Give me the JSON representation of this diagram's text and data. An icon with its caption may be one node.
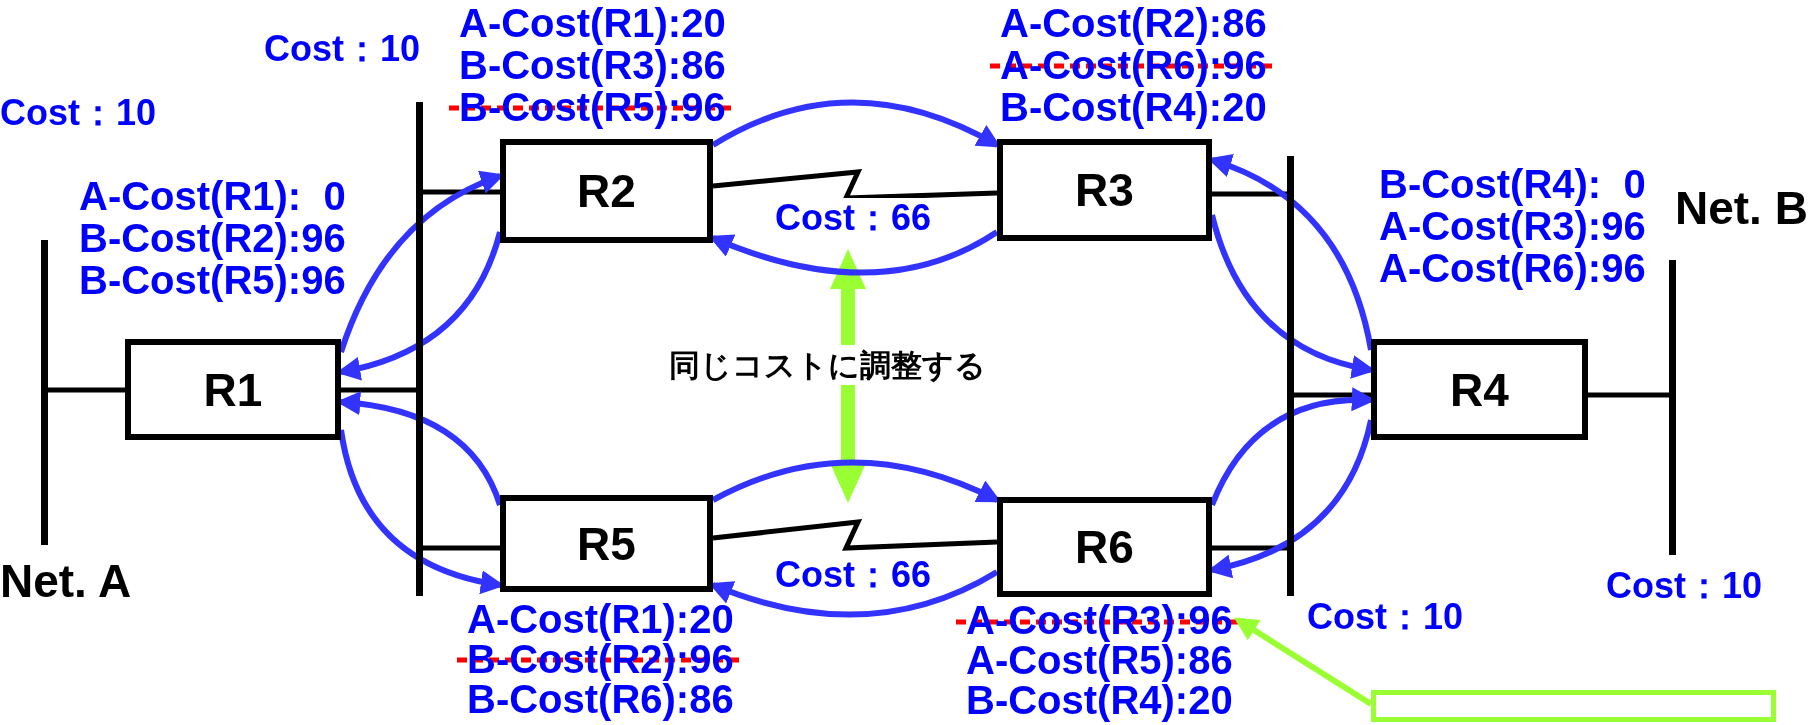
{
  "diagram": {
    "nodes": [
      {
        "text": [],
        "shape": "bar",
        "beside": [
          "Net. A"
        ]
      },
      {
        "text": [
          "R1"
        ]
      },
      {
        "text": [],
        "shape": "bar"
      },
      {
        "text": [
          "R2"
        ]
      },
      {
        "text": [
          "R5"
        ]
      },
      {
        "text": [
          "R3"
        ]
      },
      {
        "text": [
          "R6"
        ]
      },
      {
        "text": [],
        "shape": "bar"
      },
      {
        "text": [
          "R4"
        ]
      },
      {
        "text": [],
        "shape": "bar",
        "beside": [
          "Net. B"
        ]
      },
      {
        "text": [
          "A-Cost(R3):96",
          "A-Cost(R5):86",
          "B-Cost(R4):20"
        ]
      },
      {
        "text": [],
        "shape": "box"
      }
    ],
    "edges": [
      {
        "from": 0,
        "to": 1,
        "arrow": "none",
        "color": "#000000"
      },
      {
        "from": 1,
        "to": 2,
        "arrow": "none",
        "color": "#000000"
      },
      {
        "from": 2,
        "to": 3,
        "arrow": "none",
        "color": "#000000"
      },
      {
        "from": 2,
        "to": 4,
        "arrow": "none",
        "color": "#000000"
      },
      {
        "from": 3,
        "to": 5,
        "arrow": "none",
        "label": "Cost：66",
        "color": "#000000"
      },
      {
        "from": 4,
        "to": 6,
        "arrow": "none",
        "label": "Cost：66",
        "color": "#000000"
      },
      {
        "from": 5,
        "to": 7,
        "arrow": "none",
        "color": "#000000"
      },
      {
        "from": 6,
        "to": 7,
        "arrow": "none",
        "color": "#000000"
      },
      {
        "from": 7,
        "to": 8,
        "arrow": "none",
        "color": "#000000"
      },
      {
        "from": 8,
        "to": 9,
        "arrow": "none",
        "color": "#000000"
      },
      {
        "from": 1,
        "to": 3,
        "arrow": "to"
      },
      {
        "from": 3,
        "to": 1,
        "arrow": "to"
      },
      {
        "from": 4,
        "to": 1,
        "arrow": "to"
      },
      {
        "from": 1,
        "to": 4,
        "arrow": "to"
      },
      {
        "from": 3,
        "to": 5,
        "arrow": "to"
      },
      {
        "from": 5,
        "to": 3,
        "arrow": "to"
      },
      {
        "from": 4,
        "to": 6,
        "arrow": "to"
      },
      {
        "from": 6,
        "to": 4,
        "arrow": "to"
      },
      {
        "from": 5,
        "to": 8,
        "arrow": "to"
      },
      {
        "from": 8,
        "to": 5,
        "arrow": "to"
      },
      {
        "from": 6,
        "to": 8,
        "arrow": "to"
      },
      {
        "from": 8,
        "to": 6,
        "arrow": "to"
      },
      {
        "from": 11,
        "to": 10,
        "arrow": "to",
        "color": "#99ff33"
      }
    ],
    "labels": [
      "Cost：10",
      "Cost：10",
      "A-Cost(R1):20",
      "B-Cost(R3):86",
      "B-Cost(R5):96",
      "A-Cost(R2):86",
      "A-Cost(R6):96",
      "B-Cost(R4):20",
      "A-Cost(R1):  0",
      "B-Cost(R2):96",
      "B-Cost(R5):96",
      "B-Cost(R4):  0",
      "A-Cost(R3):96",
      "A-Cost(R6):96",
      "同じコストに調整する",
      "Cost：10",
      "Cost：10",
      "A-Cost(R1):20",
      "B-Cost(R2):96",
      "B-Cost(R6):86"
    ]
  }
}
